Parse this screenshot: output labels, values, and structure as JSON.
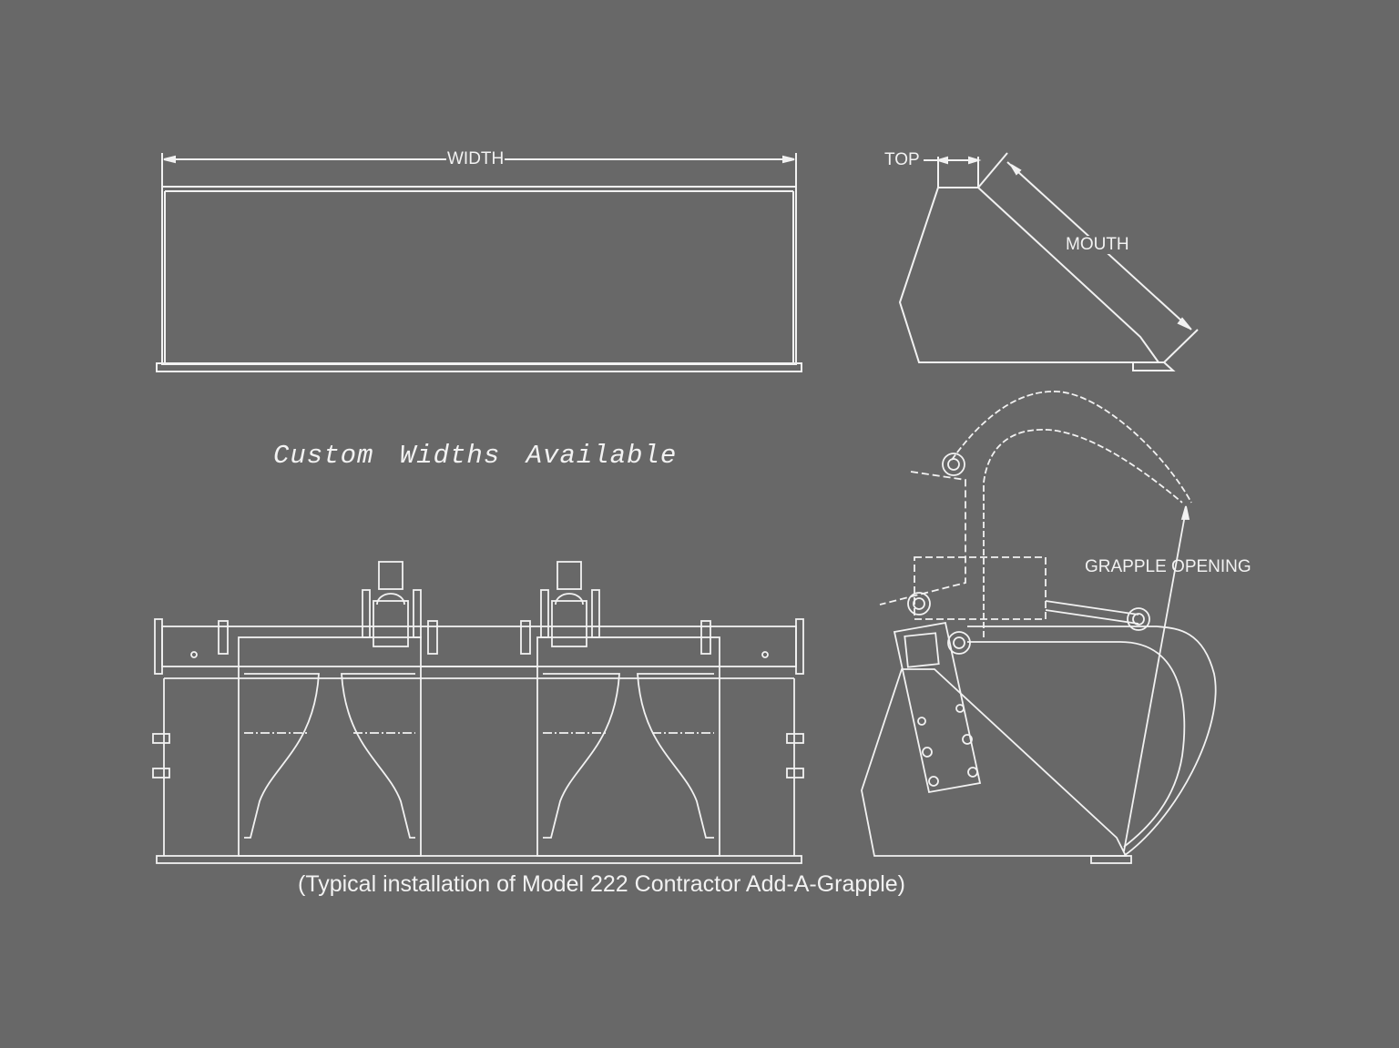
{
  "diagram": {
    "front_view": {
      "dimension_label": "WIDTH"
    },
    "side_view": {
      "dimension_labels": [
        "TOP",
        "MOUTH"
      ]
    },
    "note": "Custom Widths Available",
    "grapple_side_view": {
      "dimension_label": "GRAPPLE OPENING"
    },
    "caption": "(Typical installation of Model 222 Contractor Add-A-Grapple)",
    "colors": {
      "background": "#686868",
      "line": "#f2f2f2"
    }
  }
}
